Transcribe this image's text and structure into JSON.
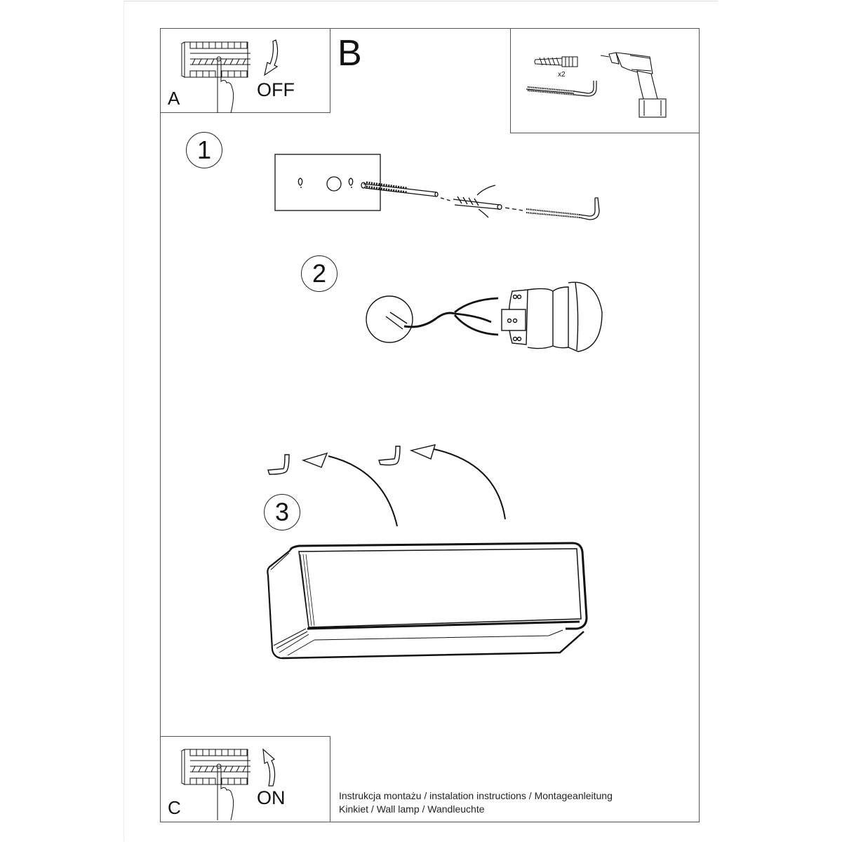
{
  "document": {
    "type": "installation-instructions",
    "product": "Wall lamp"
  },
  "panel_a": {
    "letter": "A",
    "action": "OFF",
    "icon": "circuit-breaker-switch-off-icon"
  },
  "panel_b": {
    "letter": "B",
    "parts": {
      "anchor_label": "x2",
      "anchor_icon": "wall-plug-anchor-icon",
      "hook_icon": "hook-screw-icon",
      "drill_icon": "power-drill-icon"
    }
  },
  "steps": [
    {
      "number": "1",
      "description_icon": "drill-wall-and-insert-anchor-hook-icon"
    },
    {
      "number": "2",
      "description_icon": "connect-wires-to-socket-icon"
    },
    {
      "number": "3",
      "description_icon": "hang-lamp-on-hooks-icon"
    }
  ],
  "panel_c": {
    "letter": "C",
    "action": "ON",
    "icon": "circuit-breaker-switch-on-icon"
  },
  "caption": {
    "line1": "Instrukcja montażu / instalation instructions / Montageanleitung",
    "line2": "Kinkiet / Wall lamp / Wandleuchte"
  },
  "colors": {
    "frame": "#555555",
    "ink": "#111111",
    "background": "#ffffff"
  }
}
